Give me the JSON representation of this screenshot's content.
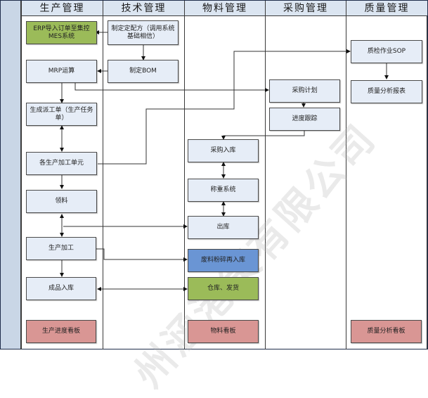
{
  "lanes": [
    {
      "id": "production",
      "title": "生产管理"
    },
    {
      "id": "technology",
      "title": "技术管理"
    },
    {
      "id": "material",
      "title": "物料管理"
    },
    {
      "id": "purchase",
      "title": "采购管理"
    },
    {
      "id": "quality",
      "title": "质量管理"
    }
  ],
  "nodes": {
    "erp_import": "ERP导入订单至集控MES系统",
    "formula": "制定定配方（调用系统基础相信）",
    "bom": "制定BOM",
    "mrp": "MRP运算",
    "dispatch": "生成派工单（生产任务单）",
    "units": "各生产加工单元",
    "picking": "领料",
    "processing": "生产加工",
    "finished_in": "成品入库",
    "production_board": "生产进度看板",
    "purchase_in": "采购入库",
    "weighing": "称重系统",
    "outbound": "出库",
    "scrap_return": "废料粉碎再入库",
    "warehouse_ship": "仓库、发货",
    "material_board": "物料看板",
    "purchase_plan": "采购计划",
    "progress_track": "进度跟踪",
    "qc_sop": "质检作业SOP",
    "quality_report": "质量分析报表",
    "quality_board": "质量分析看板"
  },
  "colors": {
    "default_box": "#e6edf7",
    "green_box": "#9bbb59",
    "blue_box": "#6a95d4",
    "red_box": "#d99694",
    "header": "#dbe5f1",
    "left_bar": "#c9d6e6"
  },
  "watermark": "州涵港策有限公司"
}
